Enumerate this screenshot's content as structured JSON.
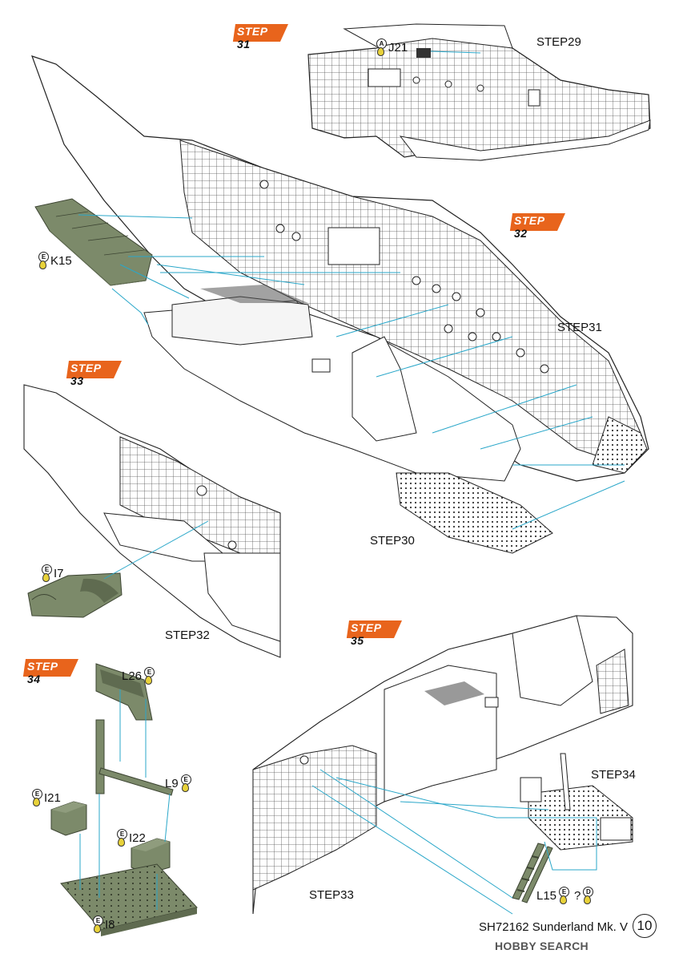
{
  "steps": {
    "step31_tag": {
      "num": "STEP",
      "suffix": "31"
    },
    "step32_tag": {
      "num": "STEP",
      "suffix": "32"
    },
    "step33_tag": {
      "num": "STEP",
      "suffix": "33"
    },
    "step34_tag": {
      "num": "STEP",
      "suffix": "34"
    },
    "step35_tag": {
      "num": "STEP",
      "suffix": "35"
    }
  },
  "refs": {
    "step29": "STEP29",
    "step31": "STEP31",
    "step30": "STEP30",
    "step32": "STEP32",
    "step33": "STEP33",
    "step34": "STEP34"
  },
  "parts": {
    "j21": {
      "badge": "A",
      "label": "J21"
    },
    "k15": {
      "badge": "E",
      "label": "K15"
    },
    "i7": {
      "badge": "E",
      "label": "I7"
    },
    "l26": {
      "badge": "E",
      "label": "L26"
    },
    "l9": {
      "badge": "E",
      "label": "L9"
    },
    "i21": {
      "badge": "E",
      "label": "I21"
    },
    "i22": {
      "badge": "E",
      "label": "I22"
    },
    "i8": {
      "badge": "E",
      "label": "I8"
    },
    "l15": {
      "badge": "E",
      "label": "L15",
      "alt_sep": "?",
      "alt_badge": "D"
    }
  },
  "footer": {
    "title": "SH72162 Sunderland Mk. V",
    "page": "10",
    "watermark": "HOBBY SEARCH"
  },
  "colors": {
    "accent_orange": "#e8641c",
    "leader_cyan": "#2aa7c9",
    "part_green": "#7c8a6a",
    "part_green_dark": "#5f6b50",
    "badge_yellow": "#e8d23a"
  }
}
